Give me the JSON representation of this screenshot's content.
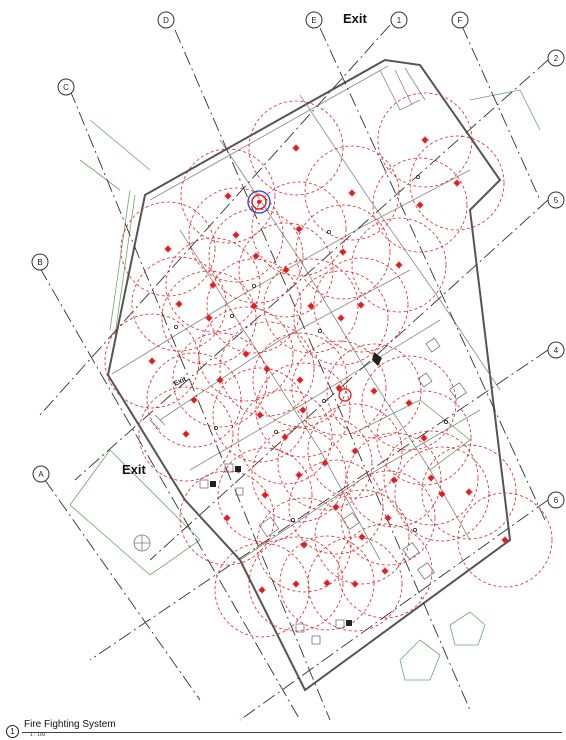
{
  "grid_labels": {
    "top": [
      "D",
      "E",
      "1",
      "F"
    ],
    "left": [
      "C",
      "B",
      "A"
    ],
    "right": [
      "2",
      "5",
      "4",
      "6"
    ]
  },
  "exit_labels": [
    "Exit",
    "Exit",
    "Exit"
  ],
  "view": {
    "number": "1",
    "title": "Fire Fighting System",
    "scale": "1 : 100"
  },
  "colors": {
    "sprinkler": "#e02020",
    "grid": "#333333",
    "landscape": "#6aa86a",
    "highlight": "#2a3fd6"
  }
}
